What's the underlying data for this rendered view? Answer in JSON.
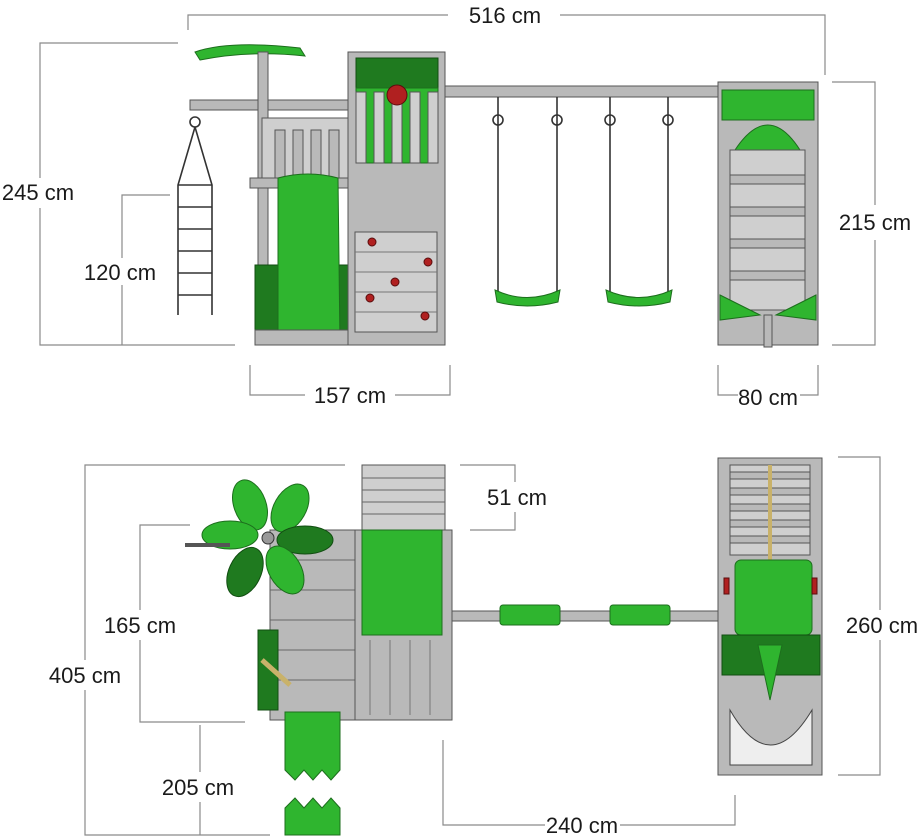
{
  "title": "Playground set dimension drawing",
  "front_view": {
    "width_total": "516 cm",
    "height_total": "245 cm",
    "ladder_height": "120 cm",
    "tower_width": "157 cm",
    "climbing_frame_height": "215 cm",
    "climbing_frame_width": "80 cm"
  },
  "top_view": {
    "roof_offset": "51 cm",
    "depth_total": "405 cm",
    "deck_depth": "165 cm",
    "slide_length": "205 cm",
    "swing_beam_length": "240 cm",
    "climbing_frame_length": "260 cm"
  },
  "colors": {
    "accent_green": "#2fb52f",
    "wood_gray": "#b9b9b9",
    "dimension_line": "#8a8a8a"
  }
}
